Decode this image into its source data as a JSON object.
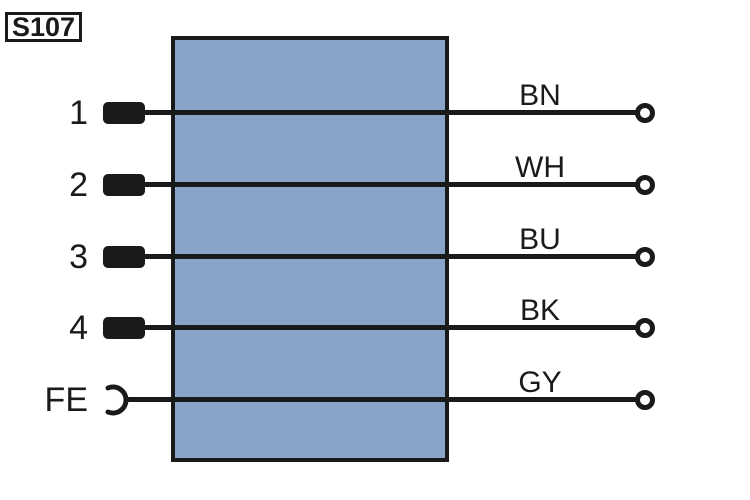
{
  "ref_label": "S107",
  "colors": {
    "connector_fill": "#8aa3ca",
    "stroke": "#1a1a1a",
    "background": "#ffffff"
  },
  "rows": [
    {
      "pin": "1",
      "wire": "BN"
    },
    {
      "pin": "2",
      "wire": "WH"
    },
    {
      "pin": "3",
      "wire": "BU"
    },
    {
      "pin": "4",
      "wire": "BK"
    },
    {
      "pin": "FE",
      "wire": "GY"
    }
  ]
}
